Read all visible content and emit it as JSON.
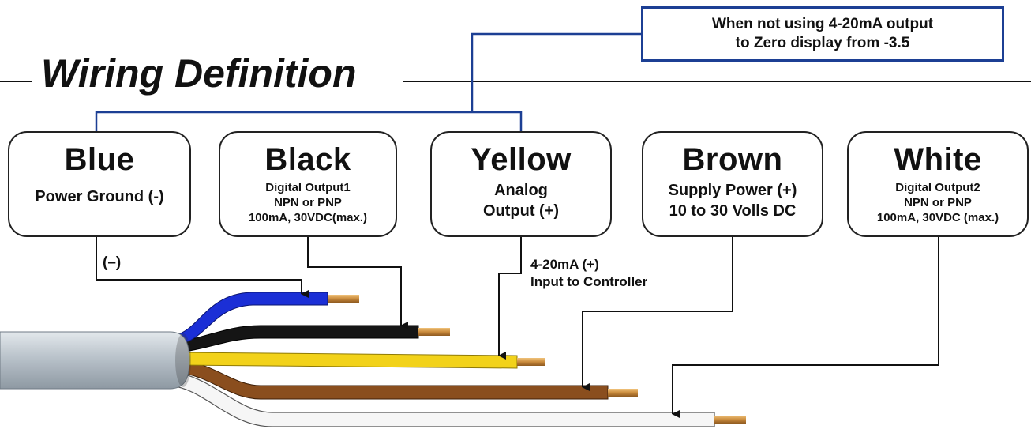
{
  "title": "Wiring Definition",
  "note": {
    "line1": "When not using 4-20mA output",
    "line2": "to Zero display from -3.5"
  },
  "wires": [
    {
      "name": "Blue",
      "desc": [
        "Power Ground (-)"
      ],
      "color": "#1b2fd6"
    },
    {
      "name": "Black",
      "desc": [
        "Digital Output1",
        "NPN or PNP",
        "100mA, 30VDC(max.)"
      ],
      "color": "#141414"
    },
    {
      "name": "Yellow",
      "desc": [
        "Analog",
        "Output (+)"
      ],
      "color": "#f2d21a"
    },
    {
      "name": "Brown",
      "desc": [
        "Supply Power (+)",
        "10 to 30 Volls DC"
      ],
      "color": "#8a4e1e"
    },
    {
      "name": "White",
      "desc": [
        "Digital Output2",
        "NPN or PNP",
        "100mA, 30VDC (max.)"
      ],
      "color": "#f4f4f4"
    }
  ],
  "annotations": {
    "blue_sign": "(–)",
    "yellow_line1": "4-20mA (+)",
    "yellow_line2": "Input to Controller"
  },
  "colors": {
    "note_border": "#1c3f94",
    "note_arrow": "#1c3f94",
    "cable_jacket": "#b7c0c8",
    "copper": "#c98a3c"
  }
}
